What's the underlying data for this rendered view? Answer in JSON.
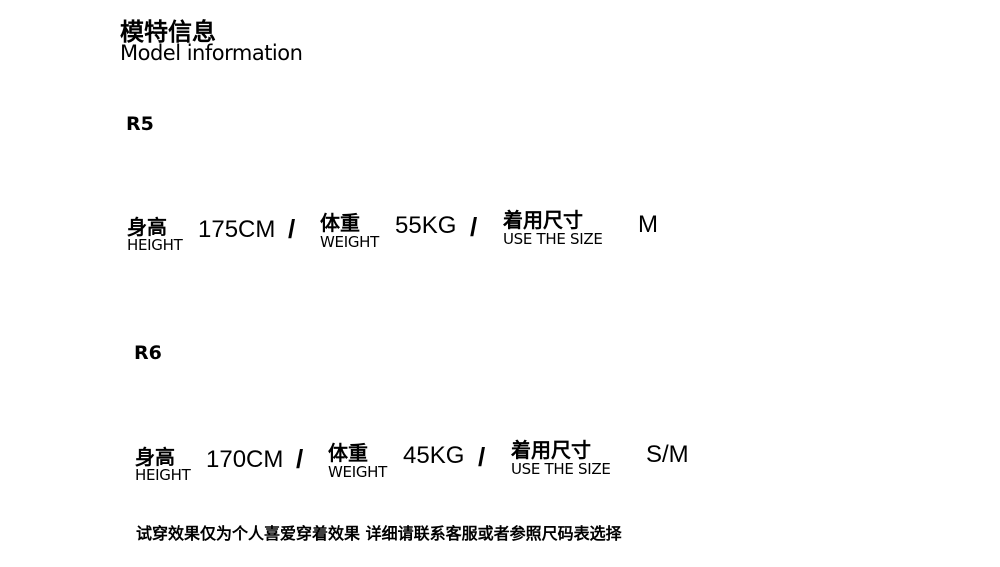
{
  "title": {
    "cn": "模特信息",
    "en": "Model information"
  },
  "models": [
    {
      "name": "R5",
      "height_label_cn": "身高",
      "height_label_en": "HEIGHT",
      "height": "175CM",
      "weight_label_cn": "体重",
      "weight_label_en": "WEIGHT",
      "weight": "55KG",
      "size_label_cn": "着用尺寸",
      "size_label_en": "USE THE SIZE",
      "size": "M",
      "separator": "/"
    },
    {
      "name": "R6",
      "height_label_cn": "身高",
      "height_label_en": "HEIGHT",
      "height": "170CM",
      "weight_label_cn": "体重",
      "weight_label_en": "WEIGHT",
      "weight": "45KG",
      "size_label_cn": "着用尺寸",
      "size_label_en": "USE THE SIZE",
      "size": "S/M",
      "separator": "/"
    }
  ],
  "note": "试穿效果仅为个人喜爱穿着效果 详细请联系客服或者参照尺码表选择"
}
